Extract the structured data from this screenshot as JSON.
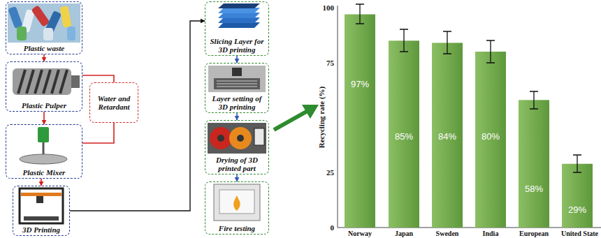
{
  "diagram": {
    "nodes": [
      {
        "text": [
          "Plastic waste"
        ]
      },
      {
        "text": [
          "Plastic Pulper"
        ]
      },
      {
        "text": [
          "Water and Retardant"
        ]
      },
      {
        "text": [
          "Plastic Mixer"
        ]
      },
      {
        "text": [
          "3D Printing"
        ]
      },
      {
        "text": [
          "Slicing Layer for 3D printing"
        ]
      },
      {
        "text": [
          "Layer setting of 3D printing"
        ]
      },
      {
        "text": [
          "Drying of 3D printed part"
        ]
      },
      {
        "text": [
          "Fire testing"
        ]
      }
    ],
    "edges": [
      {
        "from": 0,
        "to": 1,
        "arrow": "to"
      },
      {
        "from": 1,
        "to": 2,
        "arrow": "none"
      },
      {
        "from": 1,
        "to": 3,
        "arrow": "to"
      },
      {
        "from": 2,
        "to": 3,
        "arrow": "none"
      },
      {
        "from": 3,
        "to": 4,
        "arrow": "to"
      },
      {
        "from": 4,
        "to": 5,
        "arrow": "to"
      },
      {
        "from": 5,
        "to": 6,
        "arrow": "to"
      },
      {
        "from": 6,
        "to": 7,
        "arrow": "to"
      },
      {
        "from": 7,
        "to": 8,
        "arrow": "to"
      }
    ],
    "labels": [
      "100",
      "75",
      "25",
      "0",
      "Recycling rate (%)",
      "97%",
      "85%",
      "84%",
      "80%",
      "58%",
      "29%",
      "Norway",
      "Japan",
      "Sweden",
      "India",
      "European",
      "United State"
    ]
  }
}
